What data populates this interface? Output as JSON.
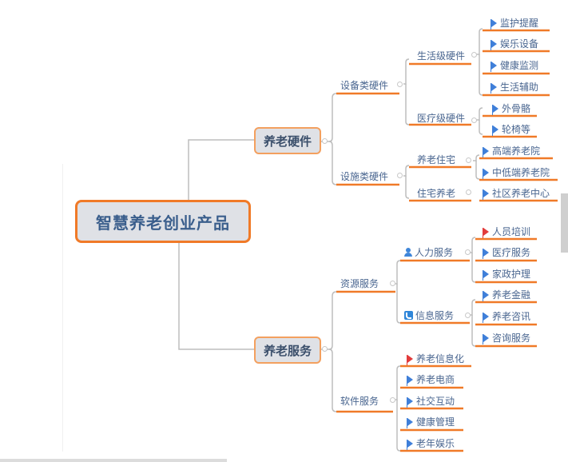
{
  "mindmap": {
    "root": "智慧养老创业产品",
    "branches": {
      "hardware": {
        "label": "养老硬件",
        "equipment": {
          "label": "设备类硬件",
          "living": {
            "label": "生活级硬件",
            "items": [
              "监护提醒",
              "娱乐设备",
              "健康监测",
              "生活辅助"
            ]
          },
          "medical": {
            "label": "医疗级硬件",
            "items": [
              "外骨骼",
              "轮椅等"
            ]
          }
        },
        "facility": {
          "label": "设施类硬件",
          "residence": {
            "label": "养老住宅",
            "items": [
              "高端养老院",
              "中低端养老院"
            ]
          },
          "home": {
            "label": "住宅养老",
            "items": [
              "社区养老中心"
            ]
          }
        }
      },
      "service": {
        "label": "养老服务",
        "resource": {
          "label": "资源服务",
          "human": {
            "label": "人力服务",
            "icon": "person-icon",
            "items": [
              "人员培训",
              "医疗服务",
              "家政护理"
            ]
          },
          "info": {
            "label": "信息服务",
            "icon": "phone-icon",
            "items": [
              "养老金融",
              "养老咨讯",
              "咨询服务"
            ]
          }
        },
        "software": {
          "label": "软件服务",
          "items": [
            "养老信息化",
            "养老电商",
            "社交互动",
            "健康管理",
            "老年娱乐"
          ]
        }
      }
    },
    "colors": {
      "accent_orange": "#f07a28",
      "node_text_blue": "#4a6690",
      "flag_blue": "#3f7fd9",
      "flag_red": "#e23b3b",
      "node_fill": "#dfe1e6",
      "connector_gray": "#bdbdbd"
    }
  }
}
